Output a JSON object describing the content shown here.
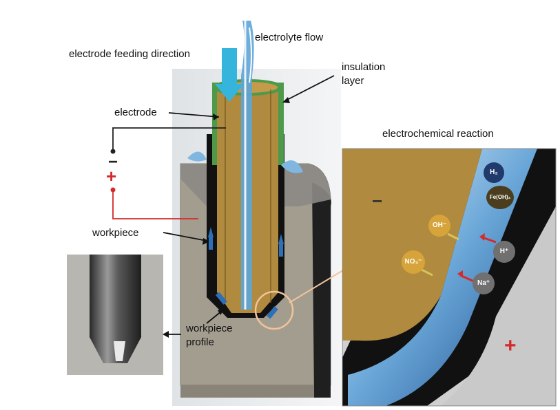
{
  "labels": {
    "electrode_feeding_direction": "electrode feeding direction",
    "electrolyte_flow": "electrolyte flow",
    "insulation_layer": "insulation layer",
    "electrode": "electrode",
    "workpiece": "workpiece",
    "workpiece_profile": "workpiece profile",
    "electrochemical_reaction": "electrochemical reaction"
  },
  "polarity": {
    "negative": "−",
    "positive": "+"
  },
  "ions": {
    "h2": "H₂",
    "feoh3": "Fe(OH)₃",
    "oh": "OH⁻",
    "h_plus": "H⁺",
    "no3": "NO₃⁻",
    "na_plus": "Na⁺"
  },
  "colors": {
    "electrode": "#b08a3e",
    "insulation": "#4e9a4a",
    "workpiece": "#a39d90",
    "electrolyte": "#5fa4d6",
    "feed_arrow": "#36b5dc",
    "positive": "#d42a2a",
    "negative": "#222222"
  }
}
